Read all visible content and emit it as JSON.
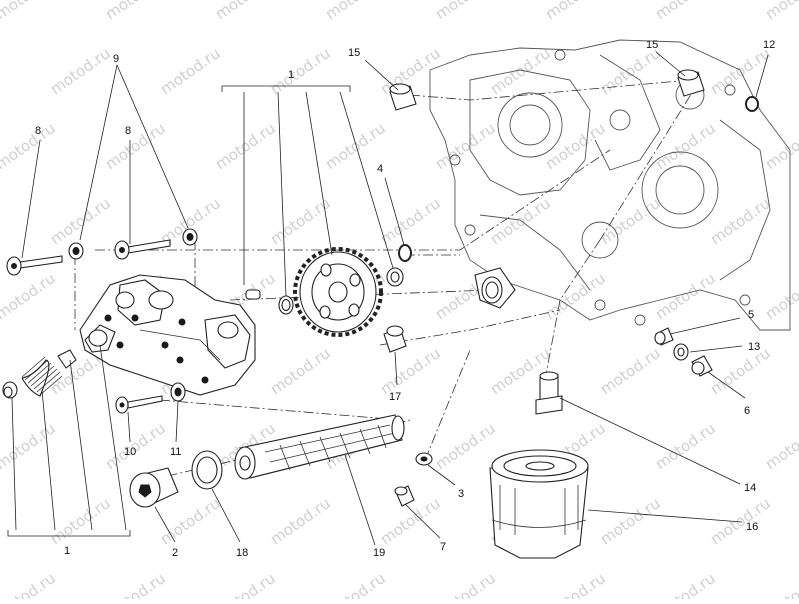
{
  "watermark": "motod.ru",
  "callouts": {
    "c1_top": "1",
    "c1_bottom": "1",
    "c2": "2",
    "c3": "3",
    "c4": "4",
    "c5": "5",
    "c6": "6",
    "c7": "7",
    "c8a": "8",
    "c8b": "8",
    "c9": "9",
    "c10": "10",
    "c11": "11",
    "c12": "12",
    "c13": "13",
    "c14": "14",
    "c15a": "15",
    "c15b": "15",
    "c16": "16",
    "c17": "17",
    "c18": "18",
    "c19": "19"
  }
}
